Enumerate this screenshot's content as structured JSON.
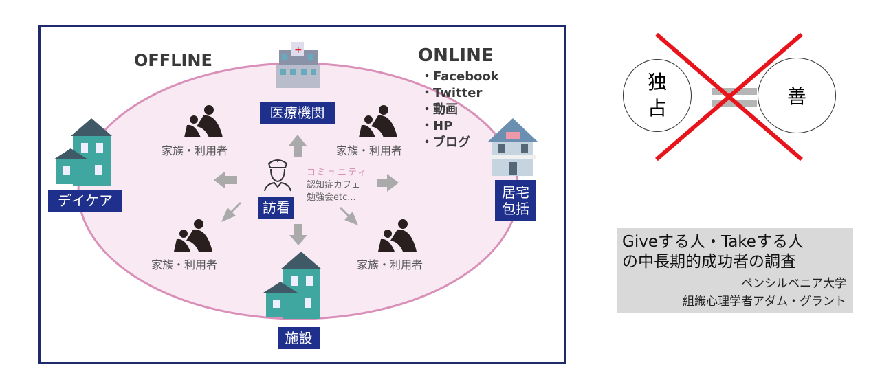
{
  "diagram": {
    "offline": "OFFLINE",
    "online": "ONLINE",
    "online_items": [
      "・Facebook",
      "・Twitter",
      "・動画",
      "・HP",
      "・ブログ"
    ],
    "nodes": {
      "hospital": "医療機関",
      "daycare": "デイケア",
      "kyotaku": [
        "居宅",
        "包括"
      ],
      "houkan": "訪看",
      "facility": "施設"
    },
    "family": [
      "家族・利用者",
      "家族・利用者",
      "家族・利用者",
      "家族・利用者"
    ],
    "community": {
      "title": "コミュニティ",
      "items": [
        "認知症カフェ",
        "勉強会etc..."
      ]
    }
  },
  "comparison": {
    "left": [
      "独",
      "占"
    ],
    "right": "善"
  },
  "research": {
    "title_lines": [
      "Giveする人・Takeする人",
      "の中長期的成功者の調査"
    ],
    "sub_lines": [
      "ペンシルベニア大学",
      "組織心理学者アダム・グラント"
    ]
  },
  "colors": {
    "navy": "#1f2f8c",
    "ellipse": "#d98fb8",
    "red": "#e8141c"
  }
}
